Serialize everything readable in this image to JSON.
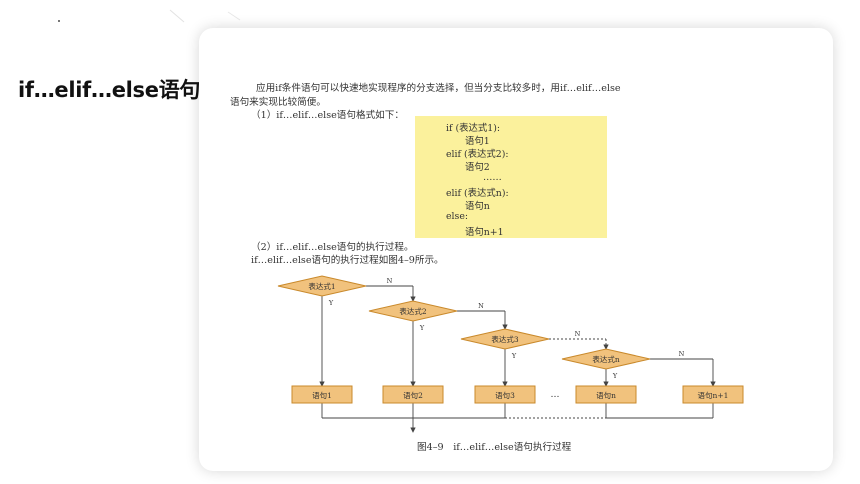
{
  "slide": {
    "title": "if…elif…else语句"
  },
  "doc": {
    "para1_line1": "应用if条件语句可以快速地实现程序的分支选择，但当分支比较多时，用if…elif…else",
    "para1_line2": "语句来实现比较简便。",
    "heading1": "（1）if…elif…else语句格式如下：",
    "code": [
      "if (表达式1):",
      "语句1",
      "elif (表达式2):",
      "语句2",
      "……",
      "elif (表达式n):",
      "语句n",
      "else:",
      "语句n+1"
    ],
    "heading2": "（2）if…elif…else语句的执行过程。",
    "para2": "if…elif…else语句的执行过程如图4–9所示。",
    "caption": "图4–9　if…elif…else语句执行过程"
  },
  "flowchart": {
    "conditions": [
      "表达式1",
      "表达式2",
      "表达式3",
      "表达式n"
    ],
    "statements": [
      "语句1",
      "语句2",
      "语句3",
      "语句n",
      "语句n+1"
    ],
    "yes_label": "Y",
    "no_label": "N",
    "ellipsis": "…",
    "colors": {
      "fill": "#f1c27d",
      "stroke": "#c9892b",
      "line": "#444444"
    }
  }
}
